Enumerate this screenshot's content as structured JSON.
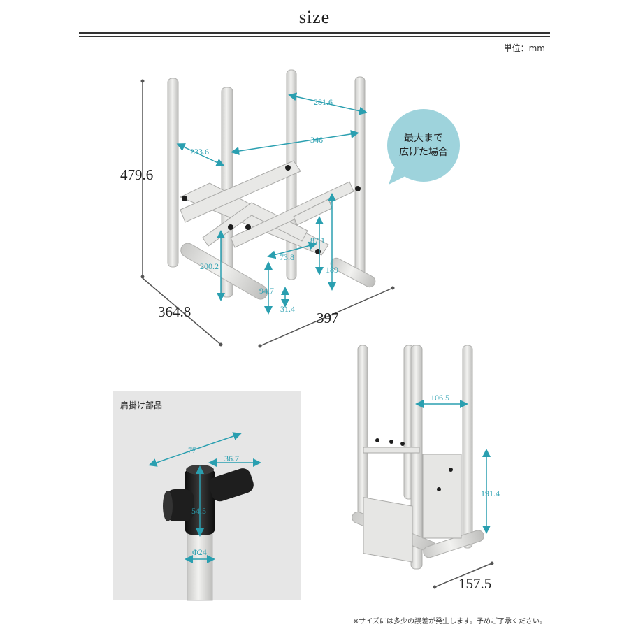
{
  "header": {
    "title": "size",
    "unit": "単位：mm"
  },
  "footnote": "※サイズには多少の誤差が発生します。予めご了承ください。",
  "callout": {
    "line1": "最大まで",
    "line2": "広げた場合",
    "color": "#9ed3dc"
  },
  "colors": {
    "dimension": "#2a9fb0",
    "frame": "#e3e3e1",
    "black_part": "#1e1e1e"
  },
  "main_view": {
    "height": "479.6",
    "depth": "364.8",
    "width": "397",
    "pole_gap_back": "281.6",
    "pole_gap_mid": "346",
    "pole_gap_left": "233.6",
    "arm_height": "200.2",
    "hanger_gap": "73.8",
    "hanger_depth": "87.1",
    "arm_bottom": "94.7",
    "arm_tip": "31.4",
    "arm_span": "189"
  },
  "shoulder_part": {
    "label": "肩掛け部品",
    "width": "77",
    "arm": "36.7",
    "height": "54.5",
    "diameter": "Φ24"
  },
  "folded_view": {
    "pole_gap": "106.5",
    "arm_height": "191.4",
    "depth": "157.5"
  }
}
